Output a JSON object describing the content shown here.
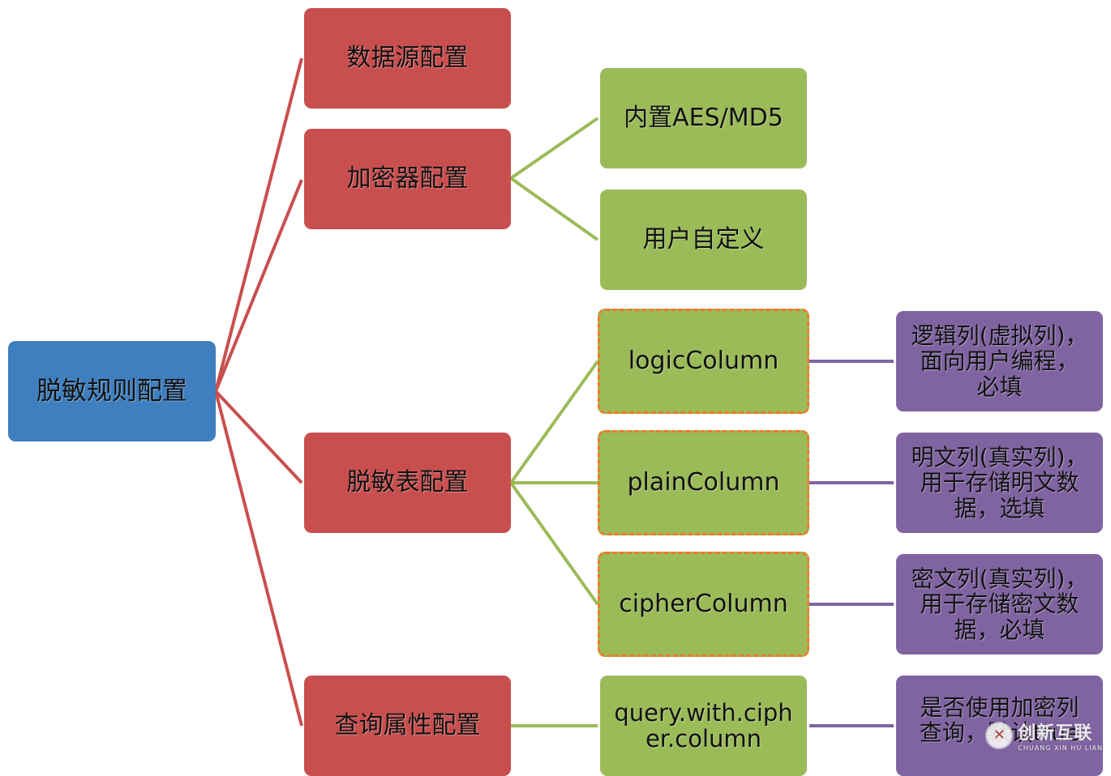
{
  "colors": {
    "root": "#3f7fbf",
    "level1": "#c94f4f",
    "level2": "#9bbb59",
    "level3": "#8064a2",
    "dashed_border": "#ee7b2c",
    "link_red": "#c94f4f",
    "link_green": "#9bbb59",
    "link_purple": "#8064a2"
  },
  "root": {
    "label": "脱敏规则配置"
  },
  "level1": {
    "datasource": "数据源配置",
    "encryptor": "加密器配置",
    "table": "脱敏表配置",
    "query": "查询属性配置"
  },
  "level2": {
    "builtin": "内置AES/MD5",
    "custom": "用户自定义",
    "logic": "logicColumn",
    "plain": "plainColumn",
    "cipher": "cipherColumn",
    "query_cipher_line1": "query.with.ciph",
    "query_cipher_line2": "er.column"
  },
  "level3": {
    "logic_line1": "逻辑列(虚拟列)，",
    "logic_line2": "面向用户编程，",
    "logic_line3": "必填",
    "plain_line1": "明文列(真实列)，",
    "plain_line2": "用于存储明文数",
    "plain_line3": "据，选填",
    "cipher_line1": "密文列(真实列)，",
    "cipher_line2": "用于存储密文数",
    "cipher_line3": "据，必填",
    "query_line1": "是否使用加密列",
    "query_line2": "查询，默认true"
  },
  "watermark": {
    "logo": "icon-logo",
    "main": "创新互联",
    "sub": "CHUANG XIN HU LIAN"
  }
}
